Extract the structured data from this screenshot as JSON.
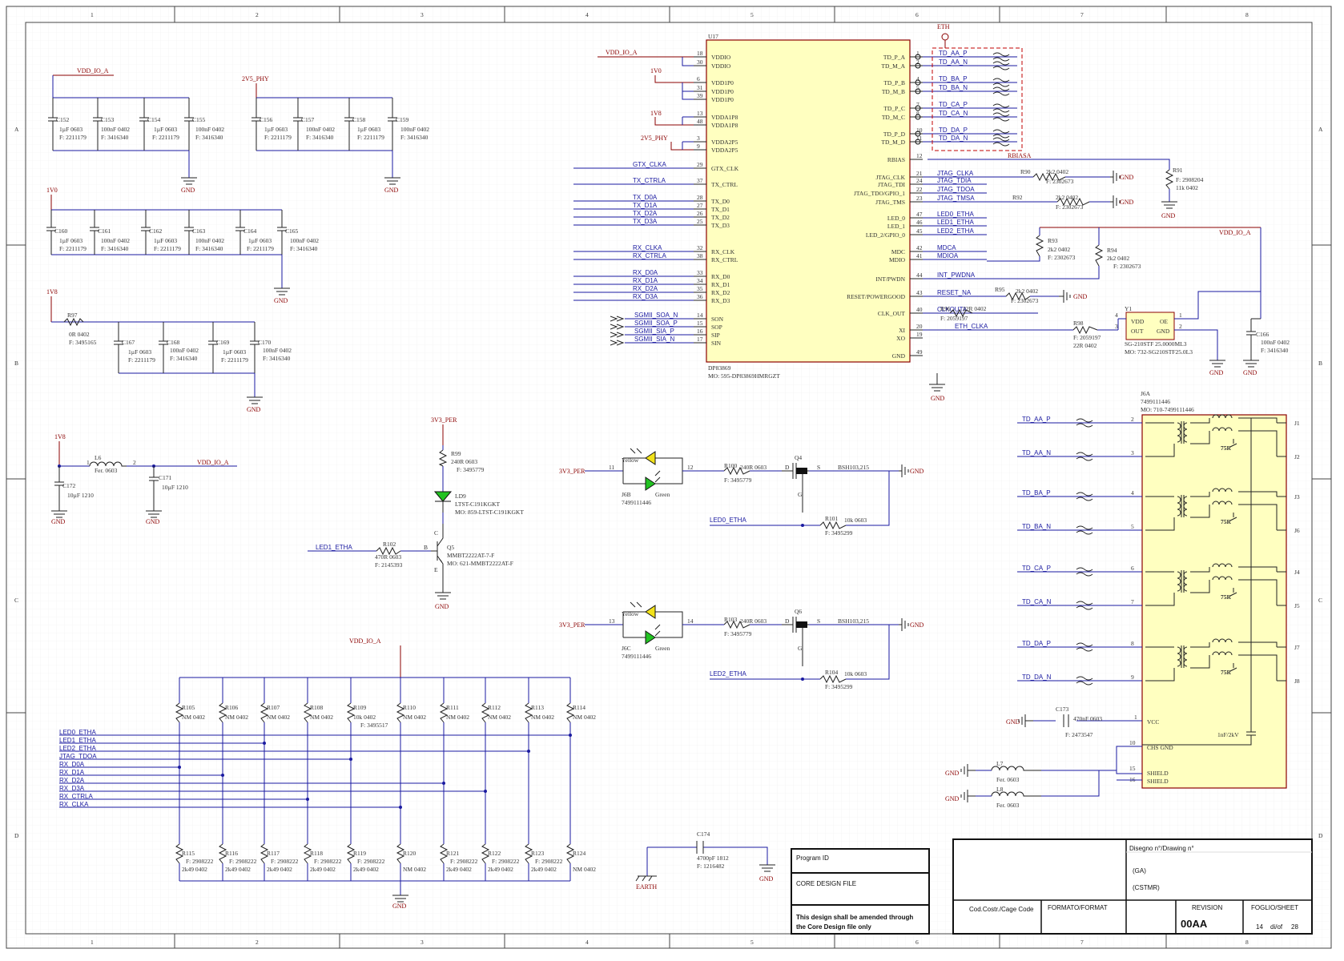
{
  "frame": {
    "columns": [
      "1",
      "2",
      "3",
      "4",
      "5",
      "6",
      "7",
      "8"
    ],
    "rows": [
      "A",
      "B",
      "C",
      "D"
    ]
  },
  "decoupling": {
    "vddioa": {
      "rail": "VDD_IO_A",
      "caps": [
        {
          "ref": "C152",
          "val": "1µF 0603",
          "code": "F: 2211179"
        },
        {
          "ref": "C153",
          "val": "100nF 0402",
          "code": "F: 3416340"
        },
        {
          "ref": "C154",
          "val": "1µF 0603",
          "code": "F: 2211179"
        },
        {
          "ref": "C155",
          "val": "100nF 0402",
          "code": "F: 3416340"
        }
      ],
      "gnd": "GND"
    },
    "v25phy": {
      "rail": "2V5_PHY",
      "caps": [
        {
          "ref": "C156",
          "val": "1µF 0603",
          "code": "F: 2211179"
        },
        {
          "ref": "C157",
          "val": "100nF 0402",
          "code": "F: 3416340"
        },
        {
          "ref": "C158",
          "val": "1µF 0603",
          "code": "F: 2211179"
        },
        {
          "ref": "C159",
          "val": "100nF 0402",
          "code": "F: 3416340"
        }
      ],
      "gnd": "GND"
    },
    "v1v0": {
      "rail": "1V0",
      "caps": [
        {
          "ref": "C160",
          "val": "1µF 0603",
          "code": "F: 2211179"
        },
        {
          "ref": "C161",
          "val": "100nF 0402",
          "code": "F: 3416340"
        },
        {
          "ref": "C162",
          "val": "1µF 0603",
          "code": "F: 2211179"
        },
        {
          "ref": "C163",
          "val": "100nF 0402",
          "code": "F: 3416340"
        },
        {
          "ref": "C164",
          "val": "1µF 0603",
          "code": "F: 2211179"
        },
        {
          "ref": "C165",
          "val": "100nF 0402",
          "code": "F: 3416340"
        }
      ],
      "gnd": "GND"
    },
    "v1v8": {
      "rail": "1V8",
      "res": {
        "ref": "R97",
        "val": "0R 0402",
        "code": "F: 3495165"
      },
      "caps": [
        {
          "ref": "C167",
          "val": "1µF 0603",
          "code": "F: 2211179"
        },
        {
          "ref": "C168",
          "val": "100nF 0402",
          "code": "F: 3416340"
        },
        {
          "ref": "C169",
          "val": "1µF 0603",
          "code": "F: 2211179"
        },
        {
          "ref": "C170",
          "val": "100nF 0402",
          "code": "F: 3416340"
        }
      ],
      "gnd": "GND"
    }
  },
  "filter": {
    "in_rail": "1V8",
    "out_rail": "VDD_IO_A",
    "inductor": {
      "ref": "L6",
      "val": "Fer. 0603",
      "pin1": "1",
      "pin2": "2"
    },
    "cap1": {
      "ref": "C172",
      "val": "10µF 1210"
    },
    "cap2": {
      "ref": "C171",
      "val": "10µF 1210"
    },
    "gnd": "GND"
  },
  "led_driver": {
    "rail": "3V3_PER",
    "r99": {
      "ref": "R99",
      "val": "240R 0603",
      "code": "F: 3495779"
    },
    "led": {
      "ref": "LD9",
      "part": "LTST-C191KGKT",
      "mo": "MO: 859-LTST-C191KGKT"
    },
    "net_in": "LED1_ETHA",
    "r102": {
      "ref": "R102",
      "val": "470R 0603",
      "code": "F: 2145393"
    },
    "q5": {
      "ref": "Q5",
      "part": "MMBT2222AT-7-F",
      "mo": "MO: 621-MMBT2222AT-F"
    },
    "pins": {
      "b": "B",
      "c": "C",
      "e": "E"
    },
    "gnd": "GND"
  },
  "phy": {
    "ref": "U17",
    "part": "DP83869",
    "mo": "MO: 595-DP83869HMRGZT",
    "eth_label": "ETH",
    "power_nets": [
      "VDD_IO_A",
      "1V0",
      "1V8",
      "2V5_PHY"
    ],
    "left_pins": [
      {
        "name": "VDDIO",
        "num": "18"
      },
      {
        "name": "VDDIO",
        "num": "30"
      },
      {
        "name": "VDD1P0",
        "num": "6"
      },
      {
        "name": "VDD1P0",
        "num": "31"
      },
      {
        "name": "VDD1P0",
        "num": "39"
      },
      {
        "name": "VDDA1P8",
        "num": "13"
      },
      {
        "name": "VDDA1P8",
        "num": "48"
      },
      {
        "name": "VDDA2P5",
        "num": "3"
      },
      {
        "name": "VDDA2P5",
        "num": "9"
      },
      {
        "name": "GTX_CLK",
        "num": "29",
        "net": "GTX_CLKA"
      },
      {
        "name": "TX_CTRL",
        "num": "37",
        "net": "TX_CTRLA"
      },
      {
        "name": "TX_D0",
        "num": "28",
        "net": "TX_D0A"
      },
      {
        "name": "TX_D1",
        "num": "27",
        "net": "TX_D1A"
      },
      {
        "name": "TX_D2",
        "num": "26",
        "net": "TX_D2A"
      },
      {
        "name": "TX_D3",
        "num": "25",
        "net": "TX_D3A"
      },
      {
        "name": "RX_CLK",
        "num": "32",
        "net": "RX_CLKA"
      },
      {
        "name": "RX_CTRL",
        "num": "38",
        "net": "RX_CTRLA"
      },
      {
        "name": "RX_D0",
        "num": "33",
        "net": "RX_D0A"
      },
      {
        "name": "RX_D1",
        "num": "34",
        "net": "RX_D1A"
      },
      {
        "name": "RX_D2",
        "num": "35",
        "net": "RX_D2A"
      },
      {
        "name": "RX_D3",
        "num": "36",
        "net": "RX_D3A"
      },
      {
        "name": "SON",
        "num": "14",
        "net": "SGMII_SOA_N"
      },
      {
        "name": "SOP",
        "num": "15",
        "net": "SGMII_SOA_P"
      },
      {
        "name": "SIP",
        "num": "16",
        "net": "SGMII_SIA_P"
      },
      {
        "name": "SIN",
        "num": "17",
        "net": "SGMII_SIA_N"
      }
    ],
    "right_pins": [
      {
        "name": "TD_P_A",
        "num": "1",
        "net": "TD_AA_P"
      },
      {
        "name": "TD_M_A",
        "num": "2",
        "net": "TD_AA_N"
      },
      {
        "name": "TD_P_B",
        "num": "4",
        "net": "TD_BA_P"
      },
      {
        "name": "TD_M_B",
        "num": "5",
        "net": "TD_BA_N"
      },
      {
        "name": "TD_P_C",
        "num": "7",
        "net": "TD_CA_P"
      },
      {
        "name": "TD_M_C",
        "num": "8",
        "net": "TD_CA_N"
      },
      {
        "name": "TD_P_D",
        "num": "10",
        "net": "TD_DA_P"
      },
      {
        "name": "TD_M_D",
        "num": "11",
        "net": "TD_DA_N"
      },
      {
        "name": "RBIAS",
        "num": "12",
        "net": "RBIASA"
      },
      {
        "name": "JTAG_CLK",
        "num": "21",
        "net": "JTAG_CLKA"
      },
      {
        "name": "JTAG_TDI",
        "num": "24",
        "net": "JTAG_TDIA"
      },
      {
        "name": "JTAG_TDO/GPIO_1",
        "num": "22",
        "net": "JTAG_TDOA"
      },
      {
        "name": "JTAG_TMS",
        "num": "23",
        "net": "JTAG_TMSA"
      },
      {
        "name": "LED_0",
        "num": "47",
        "net": "LED0_ETHA"
      },
      {
        "name": "LED_1",
        "num": "46",
        "net": "LED1_ETHA"
      },
      {
        "name": "LED_2/GPIO_0",
        "num": "45",
        "net": "LED2_ETHA"
      },
      {
        "name": "MDC",
        "num": "42",
        "net": "MDCA"
      },
      {
        "name": "MDIO",
        "num": "41",
        "net": "MDIOA"
      },
      {
        "name": "INT/PWDN",
        "num": "44",
        "net": "INT_PWDNA"
      },
      {
        "name": "RESET/POWERGOOD",
        "num": "43",
        "net": "RESET_NA"
      },
      {
        "name": "CLK_OUT",
        "num": "40",
        "net": "CLKOUTA"
      },
      {
        "name": "XI",
        "num": "20",
        "net": "ETH_CLKA"
      },
      {
        "name": "XO",
        "num": "19",
        "net": ""
      },
      {
        "name": "GND",
        "num": "49",
        "net": "GND"
      }
    ]
  },
  "right_passives": {
    "r90": {
      "ref": "R90",
      "val": "2k2 0402",
      "code": "F: 2302673"
    },
    "r92": {
      "ref": "R92",
      "val": "2k2 0402",
      "code": "F: 2302673"
    },
    "r91": {
      "ref": "R91",
      "val": "11k 0402",
      "code": "F: 2908204"
    },
    "r93": {
      "ref": "R93",
      "val": "2k2 0402",
      "code": "F: 2302673"
    },
    "r94": {
      "ref": "R94",
      "val": "2k2 0402",
      "code": "F: 2302673"
    },
    "r95": {
      "ref": "R95",
      "val": "2k2 0402",
      "code": "F: 2302673"
    },
    "r96": {
      "ref": "R96",
      "val": "22R 0402",
      "code": "F: 2059197"
    },
    "r98": {
      "ref": "R98",
      "val": "22R 0402",
      "code": "F: 2059197"
    },
    "c166": {
      "ref": "C166",
      "val": "100nF 0402",
      "code": "F: 3416340"
    },
    "y1": {
      "ref": "Y1",
      "part": "SG-210STF 25.0000ML3",
      "mo": "MO: 732-SG210STF25.0L3",
      "p_vdd": "VDD",
      "p_oe": "OE",
      "p_out": "OUT",
      "p_gnd": "GND",
      "n4": "4",
      "n1": "1",
      "n3": "3",
      "n2": "2"
    },
    "vddio": "VDD_IO_A",
    "gnd": "GND"
  },
  "magjack": {
    "ref": "J6A",
    "part": "7499111446",
    "mo": "MO: 710-7499111446",
    "pairs": [
      {
        "net": "TD_AA_P",
        "pin": "2",
        "jpin": "J1"
      },
      {
        "net": "TD_AA_N",
        "pin": "3",
        "jpin": "J2"
      },
      {
        "net": "TD_BA_P",
        "pin": "4",
        "jpin": "J3"
      },
      {
        "net": "TD_BA_N",
        "pin": "5",
        "jpin": "J6"
      },
      {
        "net": "TD_CA_P",
        "pin": "6",
        "jpin": "J4"
      },
      {
        "net": "TD_CA_N",
        "pin": "7",
        "jpin": "J5"
      },
      {
        "net": "TD_DA_P",
        "pin": "8",
        "jpin": "J7"
      },
      {
        "net": "TD_DA_N",
        "pin": "9",
        "jpin": "J8"
      }
    ],
    "term": "75R",
    "hv_cap": "1nF/2kV",
    "vcc": {
      "label": "VCC",
      "pin": "1"
    },
    "chs": {
      "label": "CHS GND",
      "pin": "10"
    },
    "shield1": {
      "label": "SHIELD",
      "pin": "15"
    },
    "shield2": {
      "label": "SHIELD",
      "pin": "16"
    },
    "c173": {
      "ref": "C173",
      "val": "470nF 0603",
      "code": "F: 2473547"
    },
    "l7": {
      "ref": "L7",
      "val": "Fer. 0603"
    },
    "l8": {
      "ref": "L8",
      "val": "Fer. 0603"
    },
    "gnd": "GND"
  },
  "leds_jack": [
    {
      "rail": "3V3_PER",
      "in_pin": "11",
      "out_pin": "12",
      "ref": "J6B",
      "part": "7499111446",
      "led_a": "Yellow",
      "led_b": "Green",
      "r_series": {
        "ref": "R100",
        "val": "240R 0603",
        "code": "F: 3495779"
      },
      "fet": {
        "ref": "Q4",
        "part": "BSH103,215",
        "d": "D",
        "s": "S",
        "g": "G"
      },
      "net": "LED0_ETHA",
      "r_pd": {
        "ref": "R101",
        "val": "10k 0603",
        "code": "F: 3495299"
      },
      "gnd": "GND"
    },
    {
      "rail": "3V3_PER",
      "in_pin": "13",
      "out_pin": "14",
      "ref": "J6C",
      "part": "7499111446",
      "led_a": "Yellow",
      "led_b": "Green",
      "r_series": {
        "ref": "R103",
        "val": "240R 0603",
        "code": "F: 3495779"
      },
      "fet": {
        "ref": "Q6",
        "part": "BSH103,215",
        "d": "D",
        "s": "S",
        "g": "G"
      },
      "net": "LED2_ETHA",
      "r_pd": {
        "ref": "R104",
        "val": "10k 0603",
        "code": "F: 3495299"
      },
      "gnd": "GND"
    }
  ],
  "strap": {
    "rail": "VDD_IO_A",
    "nets": [
      "LED0_ETHA",
      "LED1_ETHA",
      "LED2_ETHA",
      "JTAG_TDOA",
      "RX_D0A",
      "RX_D1A",
      "RX_D2A",
      "RX_D3A",
      "RX_CTRLA",
      "RX_CLKA"
    ],
    "top": [
      {
        "ref": "R105",
        "val": "NM 0402",
        "code": ""
      },
      {
        "ref": "R106",
        "val": "NM 0402",
        "code": ""
      },
      {
        "ref": "R107",
        "val": "NM 0402",
        "code": ""
      },
      {
        "ref": "R108",
        "val": "NM 0402",
        "code": ""
      },
      {
        "ref": "R109",
        "val": "10k 0402",
        "code": "F: 3495517"
      },
      {
        "ref": "R110",
        "val": "NM 0402",
        "code": ""
      },
      {
        "ref": "R111",
        "val": "NM 0402",
        "code": ""
      },
      {
        "ref": "R112",
        "val": "NM 0402",
        "code": ""
      },
      {
        "ref": "R113",
        "val": "NM 0402",
        "code": ""
      },
      {
        "ref": "R114",
        "val": "NM 0402",
        "code": ""
      }
    ],
    "bottom": [
      {
        "ref": "R115",
        "val": "2k49 0402",
        "code": "F: 2908222"
      },
      {
        "ref": "R116",
        "val": "2k49 0402",
        "code": "F: 2908222"
      },
      {
        "ref": "R117",
        "val": "2k49 0402",
        "code": "F: 2908222"
      },
      {
        "ref": "R118",
        "val": "2k49 0402",
        "code": "F: 2908222"
      },
      {
        "ref": "R119",
        "val": "2k49 0402",
        "code": "F: 2908222"
      },
      {
        "ref": "R120",
        "val": "NM 0402",
        "code": ""
      },
      {
        "ref": "R121",
        "val": "2k49 0402",
        "code": "F: 2908222"
      },
      {
        "ref": "R122",
        "val": "2k49 0402",
        "code": "F: 2908222"
      },
      {
        "ref": "R123",
        "val": "2k49 0402",
        "code": "F: 2908222"
      },
      {
        "ref": "R124",
        "val": "NM 0402",
        "code": ""
      }
    ],
    "gnd": "GND"
  },
  "earth": {
    "c174": {
      "ref": "C174",
      "val": "4700pF 1812",
      "code": "F: 1216482"
    },
    "earth": "EARTH",
    "gnd": "GND"
  },
  "note_box": {
    "program_id": "Program ID",
    "core": "CORE DESIGN FILE",
    "note1": "This design shall be amended through",
    "note2": "the Core Design file only"
  },
  "title_block": {
    "drawing_label": "Disegno n°/Drawing n°",
    "ga": "(GA)",
    "cstmr": "(CSTMR)",
    "cage": "Cod.Costr./Cage Code",
    "format": "FORMATO/FORMAT",
    "revision_label": "REVISION",
    "revision": "00AA",
    "sheet_label": "FOGLIO/SHEET",
    "sheet_num": "14",
    "sheet_of": "di/of",
    "sheet_total": "28"
  }
}
